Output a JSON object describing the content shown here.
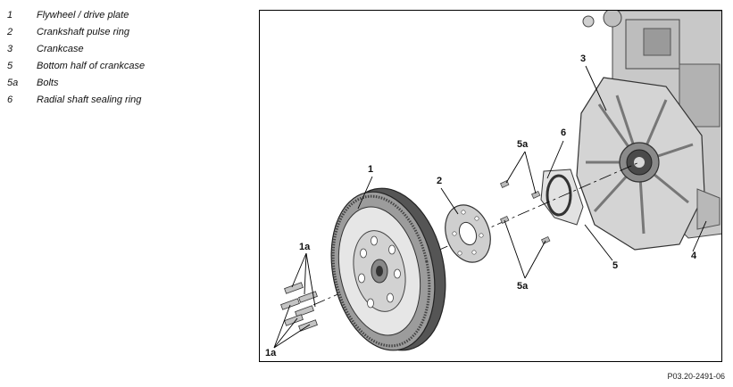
{
  "legend": [
    {
      "num": "1",
      "desc": "Flywheel / drive plate"
    },
    {
      "num": "2",
      "desc": "Crankshaft pulse ring"
    },
    {
      "num": "3",
      "desc": "Crankcase"
    },
    {
      "num": "5",
      "desc": "Bottom half of crankcase"
    },
    {
      "num": "5a",
      "desc": "Bolts"
    },
    {
      "num": "6",
      "desc": "Radial shaft sealing ring"
    }
  ],
  "callouts": {
    "c1": "1",
    "c1a_top": "1a",
    "c1a_bottom": "1a",
    "c2": "2",
    "c3": "3",
    "c4": "4",
    "c5": "5",
    "c5a_top": "5a",
    "c5a_bottom": "5a",
    "c6": "6"
  },
  "figure_id": "P03.20-2491-06"
}
